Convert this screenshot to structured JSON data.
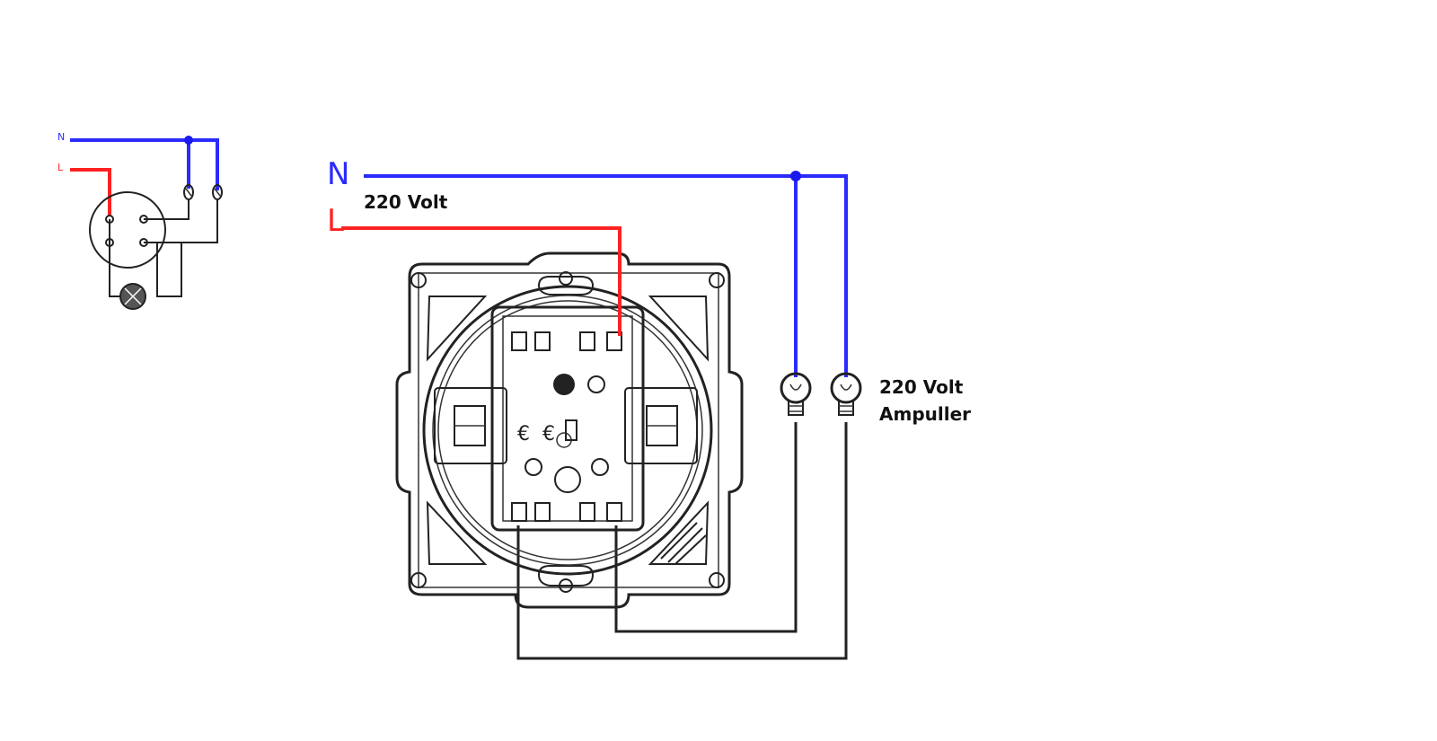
{
  "colors": {
    "neutral": "#2b2bff",
    "live": "#ff2222",
    "wire": "#222222"
  },
  "small_schematic": {
    "n_label": "N",
    "l_label": "L"
  },
  "main": {
    "n_label": "N",
    "l_label": "L",
    "supply_label": "220 Volt",
    "lamps_label_line1": "220 Volt",
    "lamps_label_line2": "Ampuller"
  },
  "icons": [
    "switch-icon",
    "lamp-icon",
    "lamp-icon"
  ]
}
